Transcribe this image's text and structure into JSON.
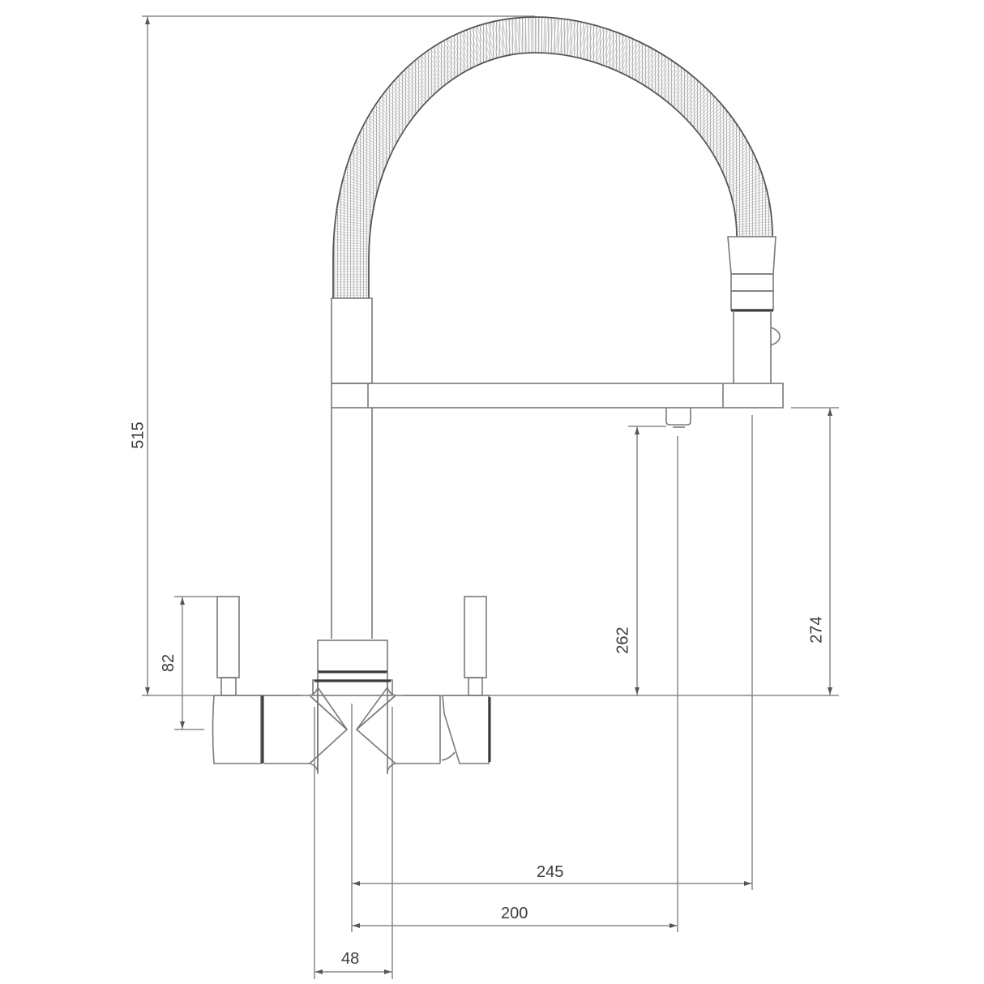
{
  "drawing": {
    "title": "Pull-out spray kitchen tap - technical dimension drawing",
    "units": "mm",
    "line_color": "#7a7a7a",
    "text_color": "#3a3a3a",
    "background": "#ffffff"
  },
  "dimensions": {
    "overall_height": {
      "label": "515",
      "orientation": "vertical"
    },
    "handle_height": {
      "label": "82",
      "orientation": "vertical"
    },
    "aerator_clearance": {
      "label": "262",
      "orientation": "vertical"
    },
    "spout_underside_height": {
      "label": "274",
      "orientation": "vertical"
    },
    "spout_reach": {
      "label": "245",
      "orientation": "horizontal"
    },
    "aerator_reach": {
      "label": "200",
      "orientation": "horizontal"
    },
    "base_diameter": {
      "label": "48",
      "orientation": "horizontal"
    }
  },
  "components": [
    {
      "name": "flexible-hose-arc",
      "description": "ribbed flexible pull-out hose"
    },
    {
      "name": "spray-head",
      "description": "pull-out spray head with button"
    },
    {
      "name": "main-stem",
      "description": "vertical column"
    },
    {
      "name": "spout-bar",
      "description": "horizontal support arm"
    },
    {
      "name": "aerator",
      "description": "outlet nozzle"
    },
    {
      "name": "left-lever",
      "description": "left control handle"
    },
    {
      "name": "right-lever",
      "description": "right control handle"
    },
    {
      "name": "mixer-body",
      "description": "dual valve body"
    },
    {
      "name": "base-plate",
      "description": "deck mounting base"
    }
  ]
}
